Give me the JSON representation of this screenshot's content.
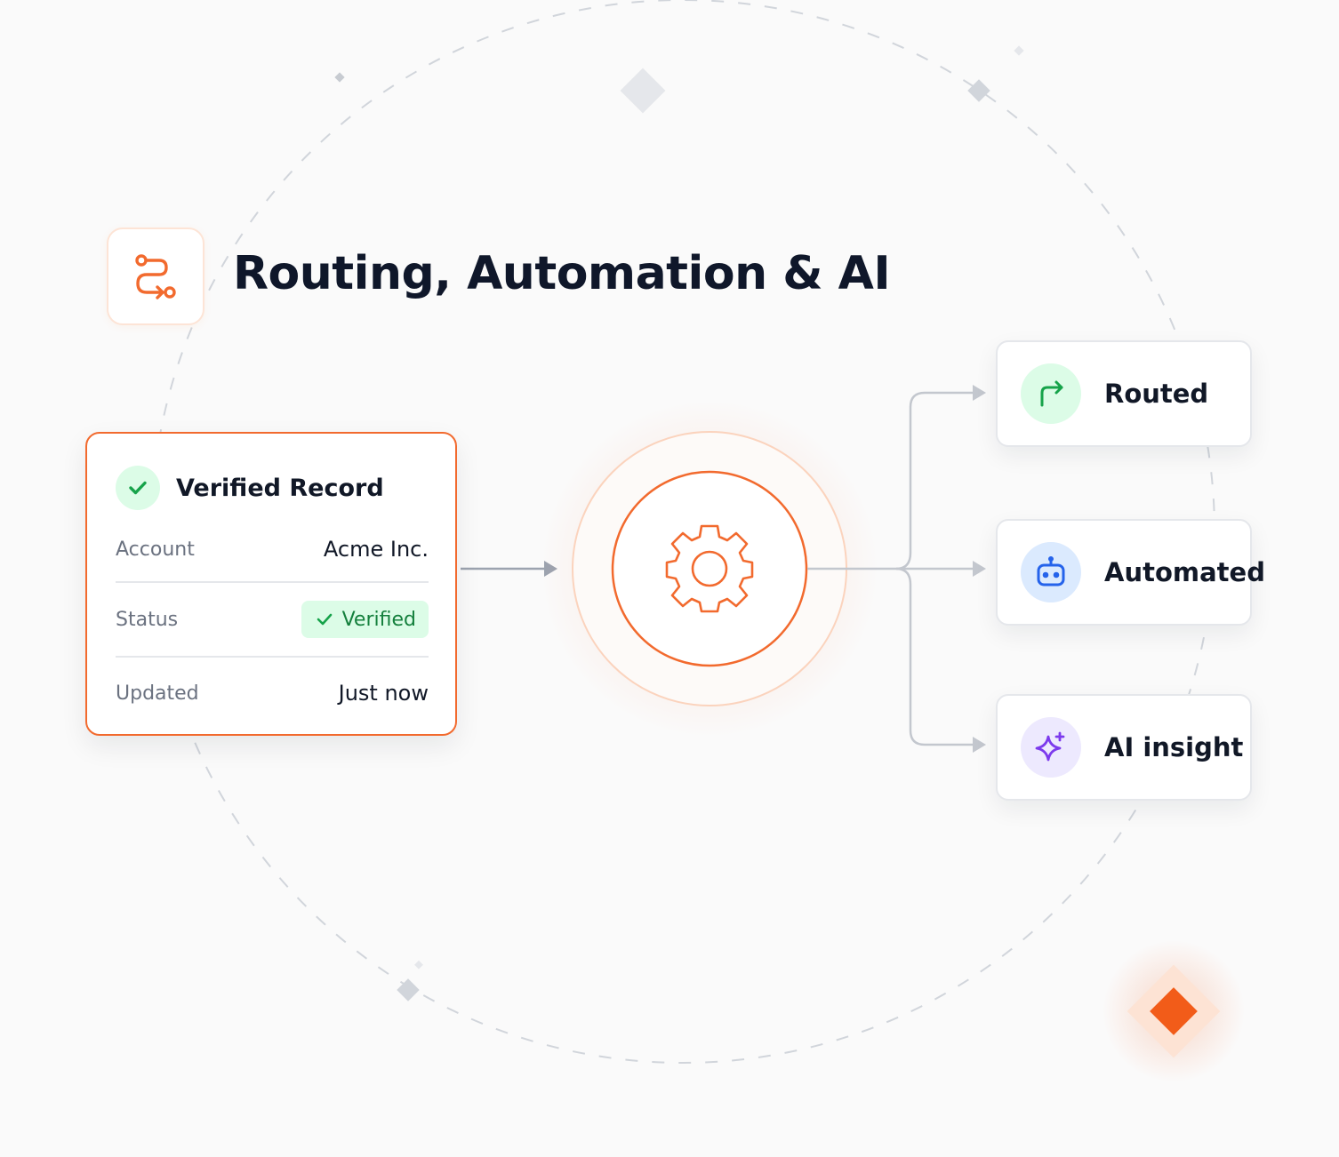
{
  "header": {
    "title": "Routing, Automation & AI",
    "icon": "route-icon"
  },
  "record_card": {
    "title": "Verified Record",
    "icon": "check-icon",
    "rows": [
      {
        "key": "Account",
        "value": "Acme Inc."
      },
      {
        "key": "Status",
        "value": "Verified",
        "style": "badge"
      },
      {
        "key": "Updated",
        "value": "Just now"
      }
    ]
  },
  "engine": {
    "icon": "gear-icon"
  },
  "outputs": [
    {
      "label": "Routed",
      "icon": "arrow-turn-right-icon",
      "color": "#16a34a",
      "bg": "#dcfce7"
    },
    {
      "label": "Automated",
      "icon": "robot-icon",
      "color": "#2563eb",
      "bg": "#dbeafe"
    },
    {
      "label": "AI insight",
      "icon": "sparkle-icon",
      "color": "#7c3aed",
      "bg": "#ede9fe"
    }
  ],
  "colors": {
    "accent": "#f26a2e",
    "success": "#16a34a",
    "connector": "#9ca3af",
    "text": "#111827",
    "muted": "#6b7280"
  }
}
